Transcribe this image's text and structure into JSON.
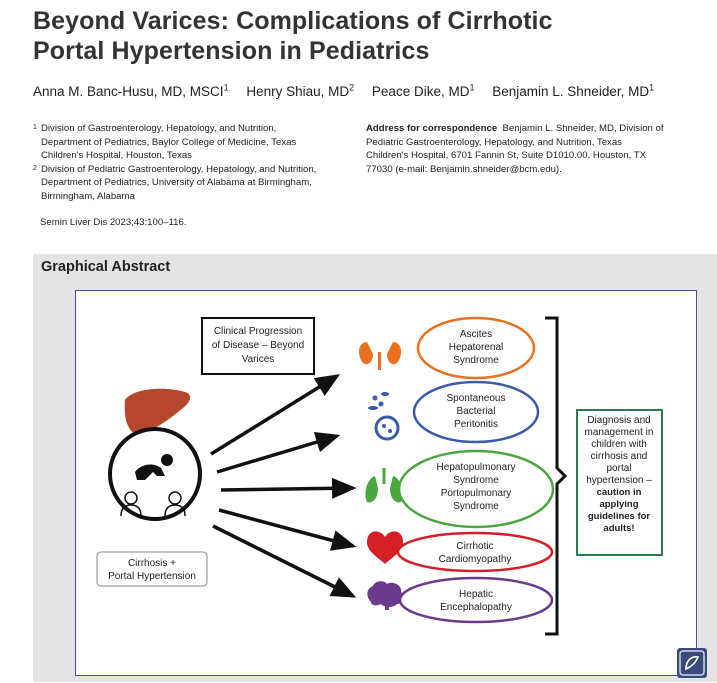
{
  "article": {
    "title_line1": "Beyond Varices: Complications of Cirrhotic",
    "title_line2": "Portal Hypertension in Pediatrics",
    "authors": [
      {
        "name": "Anna M. Banc-Husu, MD, MSCI",
        "sup": "1"
      },
      {
        "name": "Henry Shiau, MD",
        "sup": "2"
      },
      {
        "name": "Peace Dike, MD",
        "sup": "1"
      },
      {
        "name": "Benjamin L. Shneider, MD",
        "sup": "1"
      }
    ],
    "affiliations": [
      {
        "sup": "1",
        "lines": [
          "Division of Gastroenterology, Hepatology, and Nutrition,",
          "Department of Pediatrics, Baylor College of Medicine, Texas",
          "Children's Hospital, Houston, Texas"
        ]
      },
      {
        "sup": "2",
        "lines": [
          "Division of Pediatric Gastroenterology, Hepatology, and Nutrition,",
          "Department of Pediatrics, University of Alabama at Birmingham,",
          "Birmingham, Alabama"
        ]
      }
    ],
    "correspondence": {
      "label": "Address for correspondence",
      "lines": [
        "Benjamin L. Shneider, MD, Division of",
        "Pediatric Gastroenterology, Hepatology, and Nutrition, Texas",
        "Children's Hospital, 6701 Fannin St, Suite D1010.00, Houston, TX",
        "77030 (e-mail: Benjamin.shneider@bcm.edu)."
      ]
    },
    "citation": "Semin Liver Dis 2023;43:100–116."
  },
  "graphical_abstract": {
    "heading": "Graphical Abstract",
    "progression_box": [
      "Clinical Progression",
      "of Disease – Beyond",
      "Varices"
    ],
    "cirrhosis_box": [
      "Cirrhosis +",
      "Portal Hypertension"
    ],
    "complications": [
      {
        "lines": [
          "Ascites",
          "Hepatorenal",
          "Syndrome"
        ],
        "color": "#e8701e",
        "icon": "kidney-icon"
      },
      {
        "lines": [
          "Spontaneous",
          "Bacterial",
          "Peritonitis"
        ],
        "color": "#3b5aa8",
        "icon": "bacteria-icon"
      },
      {
        "lines": [
          "Hepatopulmonary",
          "Syndrome",
          "Portopulmonary",
          "Syndrome"
        ],
        "color": "#4aa63e",
        "icon": "lungs-icon"
      },
      {
        "lines": [
          "Cirrhotic",
          "Cardiomyopathy"
        ],
        "color": "#d41f26",
        "icon": "heart-icon"
      },
      {
        "lines": [
          "Hepatic",
          "Encephalopathy"
        ],
        "color": "#6a3a8c",
        "icon": "brain-icon"
      }
    ],
    "summary_box": {
      "plain": [
        "Diagnosis and",
        "management in",
        "children with",
        "cirrhosis and",
        "portal",
        "hypertension –"
      ],
      "bold": [
        "caution in",
        "applying",
        "guidelines for",
        "adults!"
      ]
    }
  }
}
